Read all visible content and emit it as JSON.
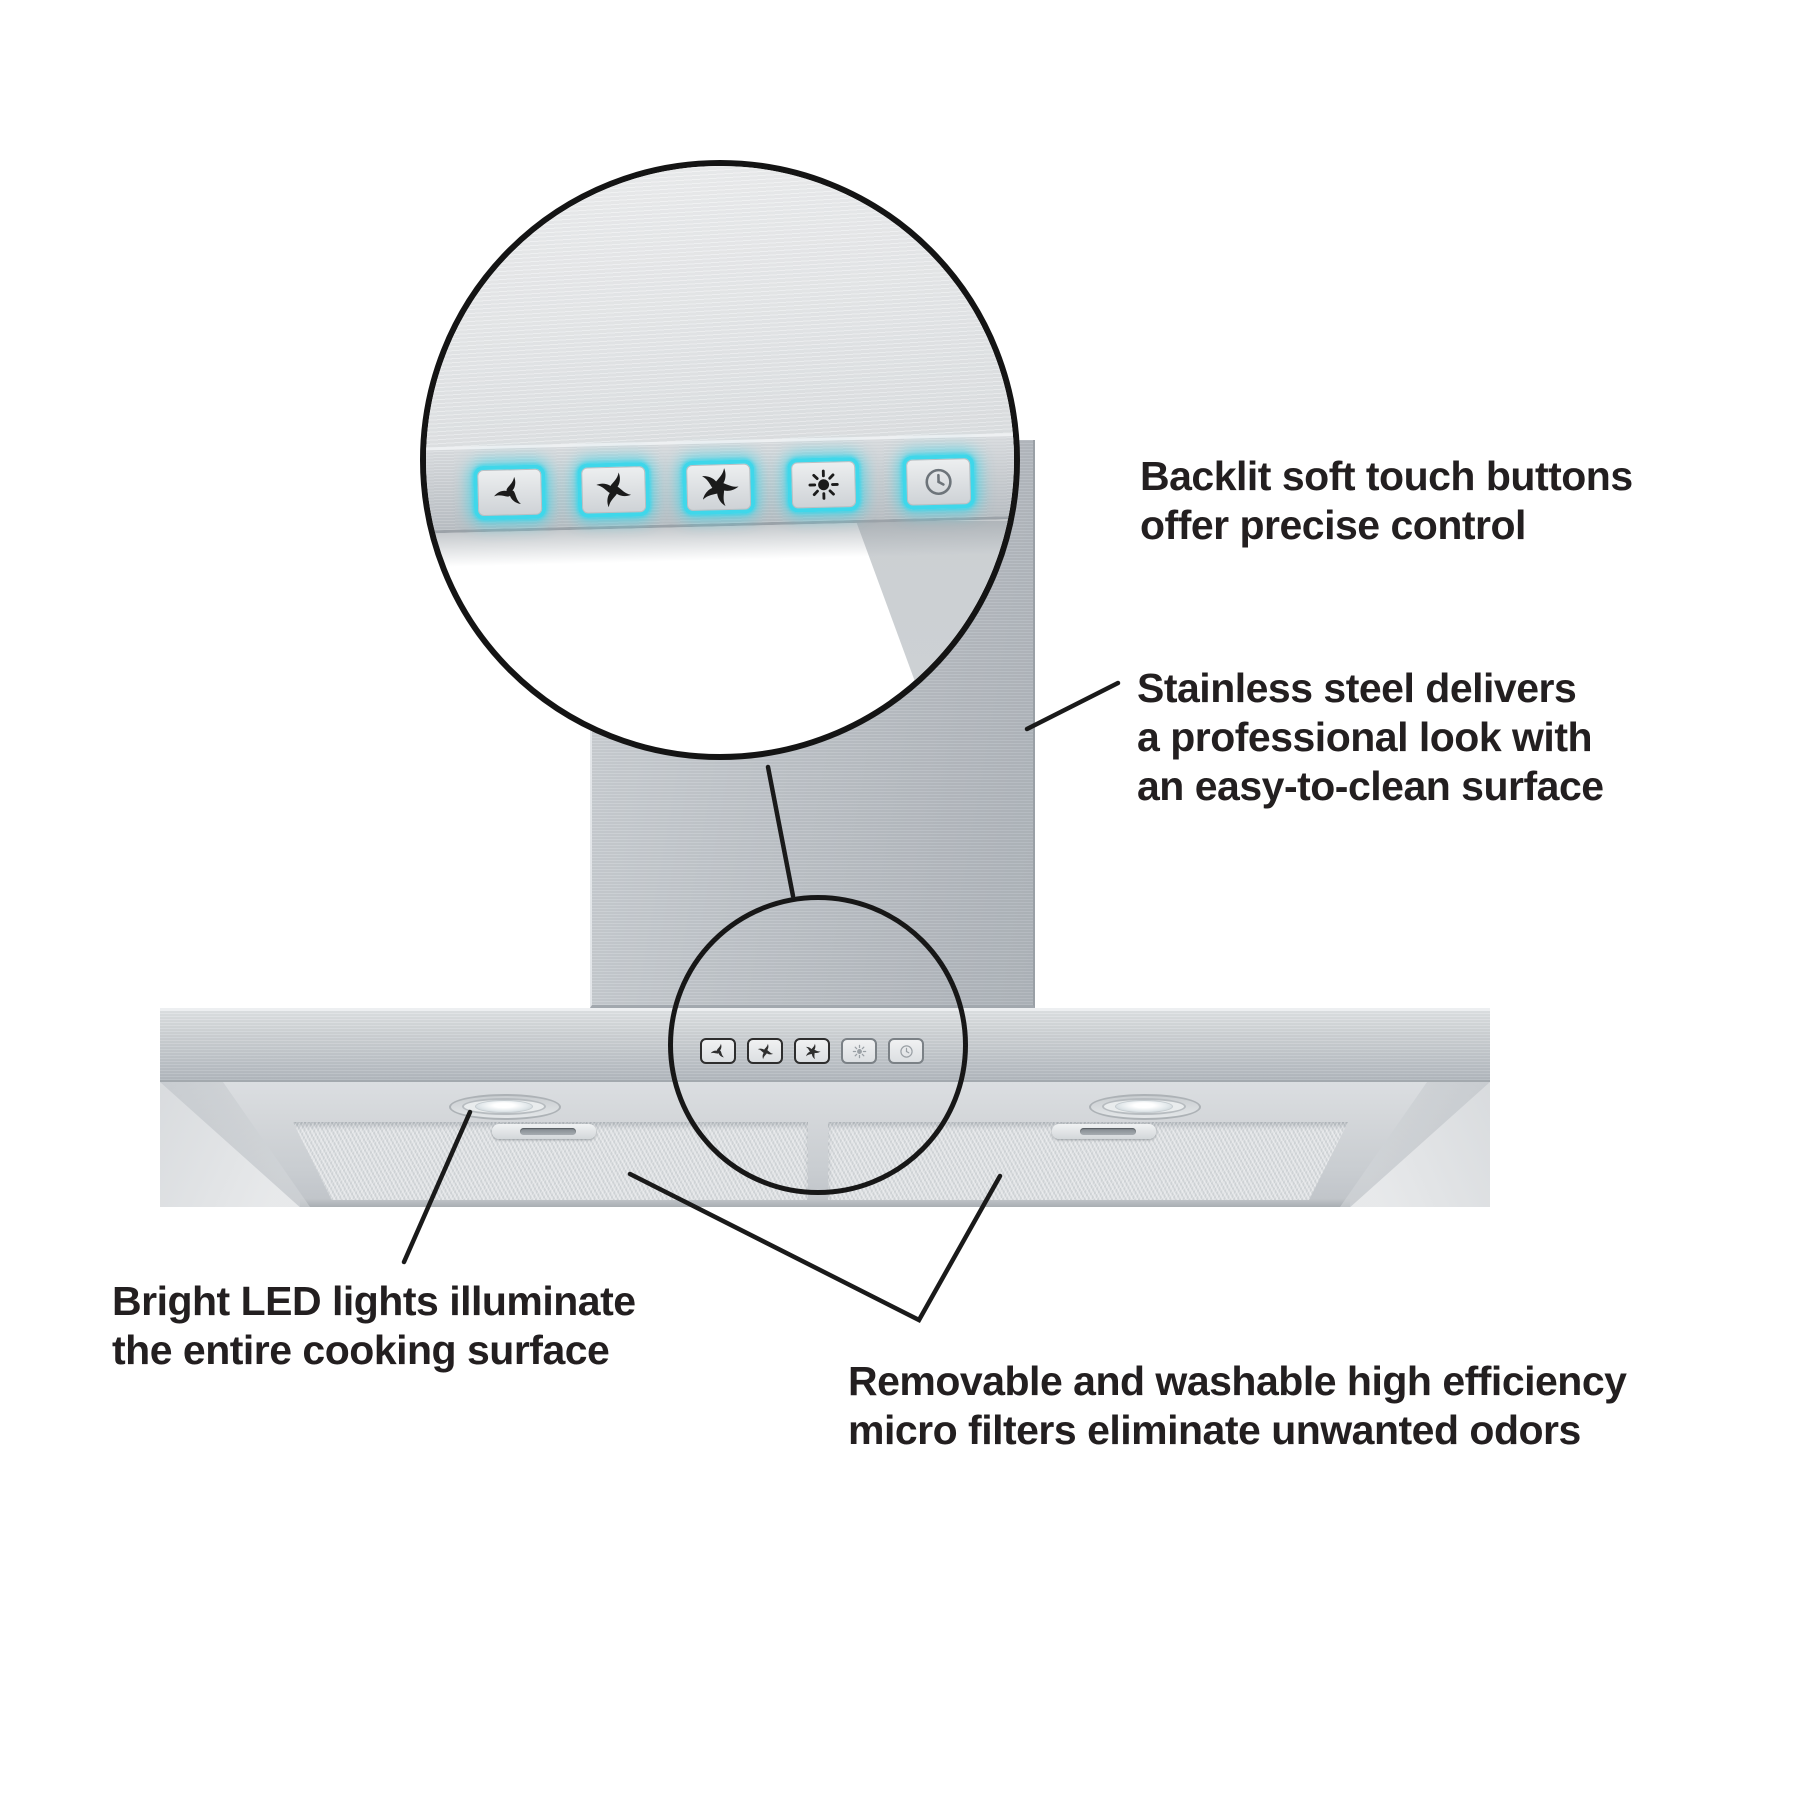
{
  "annotations": {
    "backlit": {
      "lines": [
        "Backlit soft touch buttons",
        "offer precise control"
      ]
    },
    "stainless": {
      "lines": [
        "Stainless steel delivers",
        "a professional look with",
        "an easy-to-clean surface"
      ]
    },
    "led": {
      "lines": [
        "Bright LED lights illuminate",
        "the entire cooking surface"
      ]
    },
    "filters": {
      "lines": [
        "Removable and washable high efficiency",
        "micro filters eliminate unwanted odors"
      ]
    }
  },
  "control_panel": {
    "buttons": [
      {
        "name": "fan-speed-1",
        "icon": "fan-speed-1-icon"
      },
      {
        "name": "fan-speed-2",
        "icon": "fan-speed-2-icon"
      },
      {
        "name": "fan-speed-3",
        "icon": "fan-speed-3-icon"
      },
      {
        "name": "light",
        "icon": "light-icon"
      },
      {
        "name": "timer",
        "icon": "timer-icon"
      }
    ]
  },
  "colors": {
    "backlight_glow": "#3fd7ea",
    "steel_light": "#e6e8ea",
    "steel_mid": "#c3c8cc",
    "steel_dark": "#aab0b6",
    "text": "#231f20",
    "leader_line": "#1a1a1a"
  }
}
